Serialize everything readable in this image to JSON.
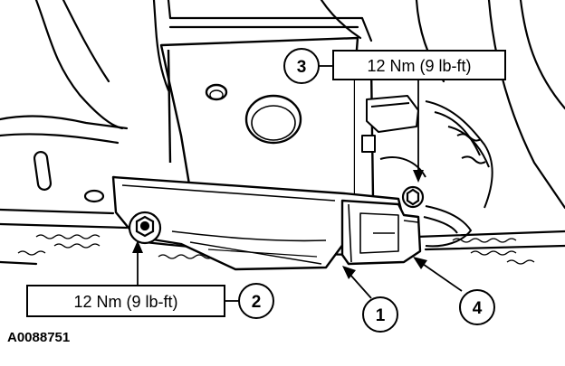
{
  "figure_id": "A0088751",
  "callouts": [
    {
      "number": "1"
    },
    {
      "number": "2"
    },
    {
      "number": "3"
    },
    {
      "number": "4"
    }
  ],
  "torque_labels": {
    "upper": "12 Nm (9 lb-ft)",
    "lower": "12 Nm (9 lb-ft)"
  },
  "colors": {
    "line": "#000000",
    "background": "#ffffff"
  }
}
